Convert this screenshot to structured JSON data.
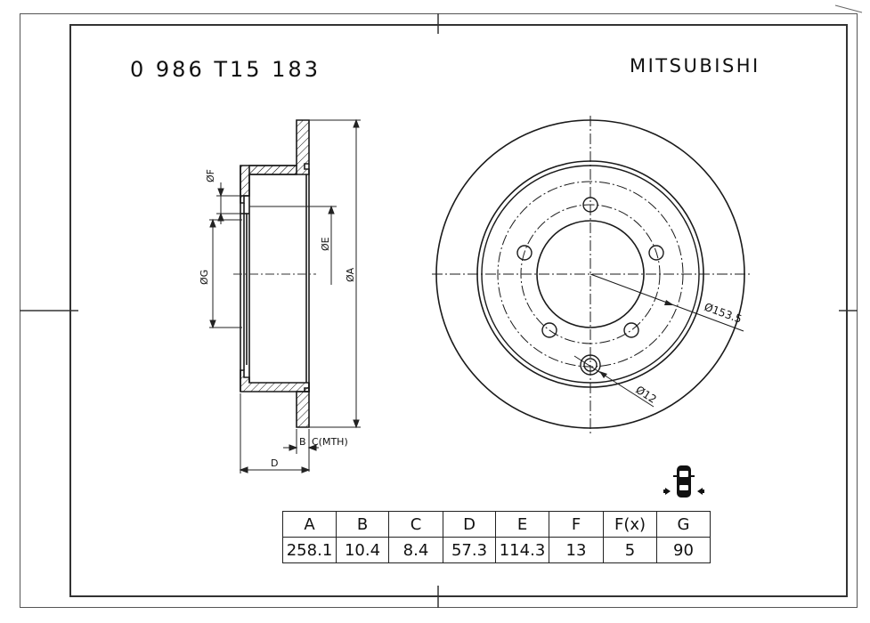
{
  "header": {
    "part_number": "0 986 T15 183",
    "brand": "MITSUBISHI"
  },
  "section_view": {
    "labels": {
      "dia_f": "ØF",
      "dia_g": "ØG",
      "dia_e": "ØE",
      "dia_a": "ØA",
      "b": "B",
      "c_mth": "C(MTH)",
      "d": "D"
    }
  },
  "front_view": {
    "labels": {
      "pcd": "Ø153.5",
      "hole": "Ø12"
    },
    "bolt_holes": 5
  },
  "dimension_table": {
    "headers": [
      "A",
      "B",
      "C",
      "D",
      "E",
      "F",
      "F(x)",
      "G"
    ],
    "values": [
      "258.1",
      "10.4",
      "8.4",
      "57.3",
      "114.3",
      "13",
      "5",
      "90"
    ]
  },
  "icons": {
    "position": "car-rear-axle-icon"
  },
  "colors": {
    "line": "#1a1a1a",
    "background": "#ffffff"
  }
}
